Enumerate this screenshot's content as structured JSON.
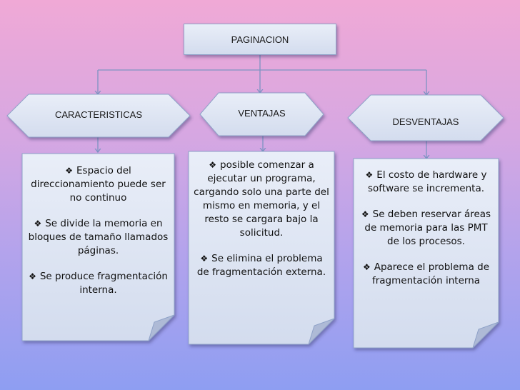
{
  "title": "PAGINACION",
  "categories": [
    {
      "label": "CARACTERISTICAS",
      "items": [
        "Espacio del direccionamiento puede ser no continuo",
        "Se divide la memoria en bloques de tamaño llamados páginas.",
        "Se produce fragmentación interna."
      ]
    },
    {
      "label": "VENTAJAS",
      "items": [
        "posible comenzar a ejecutar un programa, cargando solo una parte del mismo en memoria, y el resto se cargara bajo la solicitud.",
        "Se elimina el problema de fragmentación externa."
      ]
    },
    {
      "label": "DESVENTAJAS",
      "items": [
        "El costo de hardware y software se incrementa.",
        "Se deben reservar áreas de memoria para las PMT de los procesos.",
        "Aparece el problema de fragmentación interna"
      ]
    }
  ],
  "colors": {
    "box_top": "#e9eef8",
    "box_bottom": "#d3dcee",
    "border": "#8fa2c8",
    "connector": "#7d93c2"
  },
  "bullet_icon": "diamond-bullet-icon"
}
